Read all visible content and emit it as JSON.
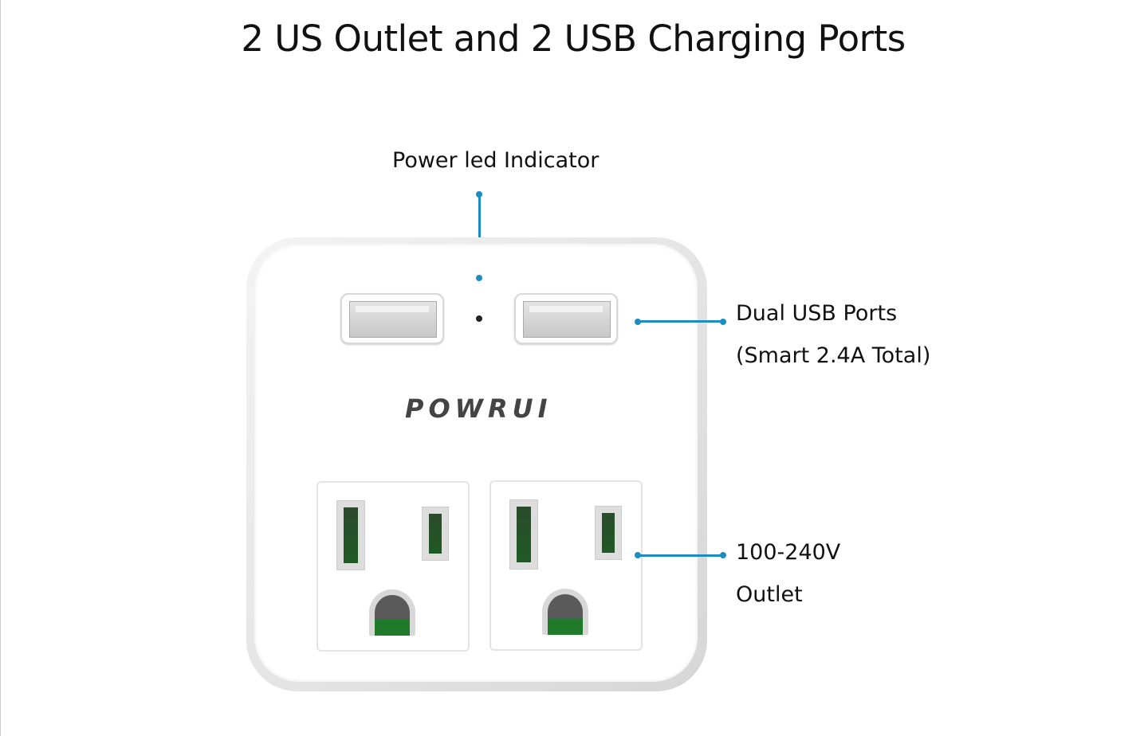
{
  "title": "2 US  Outlet and 2 USB Charging Ports",
  "callouts": {
    "led": "Power led Indicator",
    "usb_line1": "Dual USB Ports",
    "usb_line2": "(Smart 2.4A Total)",
    "outlet_line1": "100-240V",
    "outlet_line2": "Outlet"
  },
  "brand_logo": "POWRUI",
  "colors": {
    "leader_line": "#1e8bc3",
    "contact_green": "#1f5a25"
  }
}
